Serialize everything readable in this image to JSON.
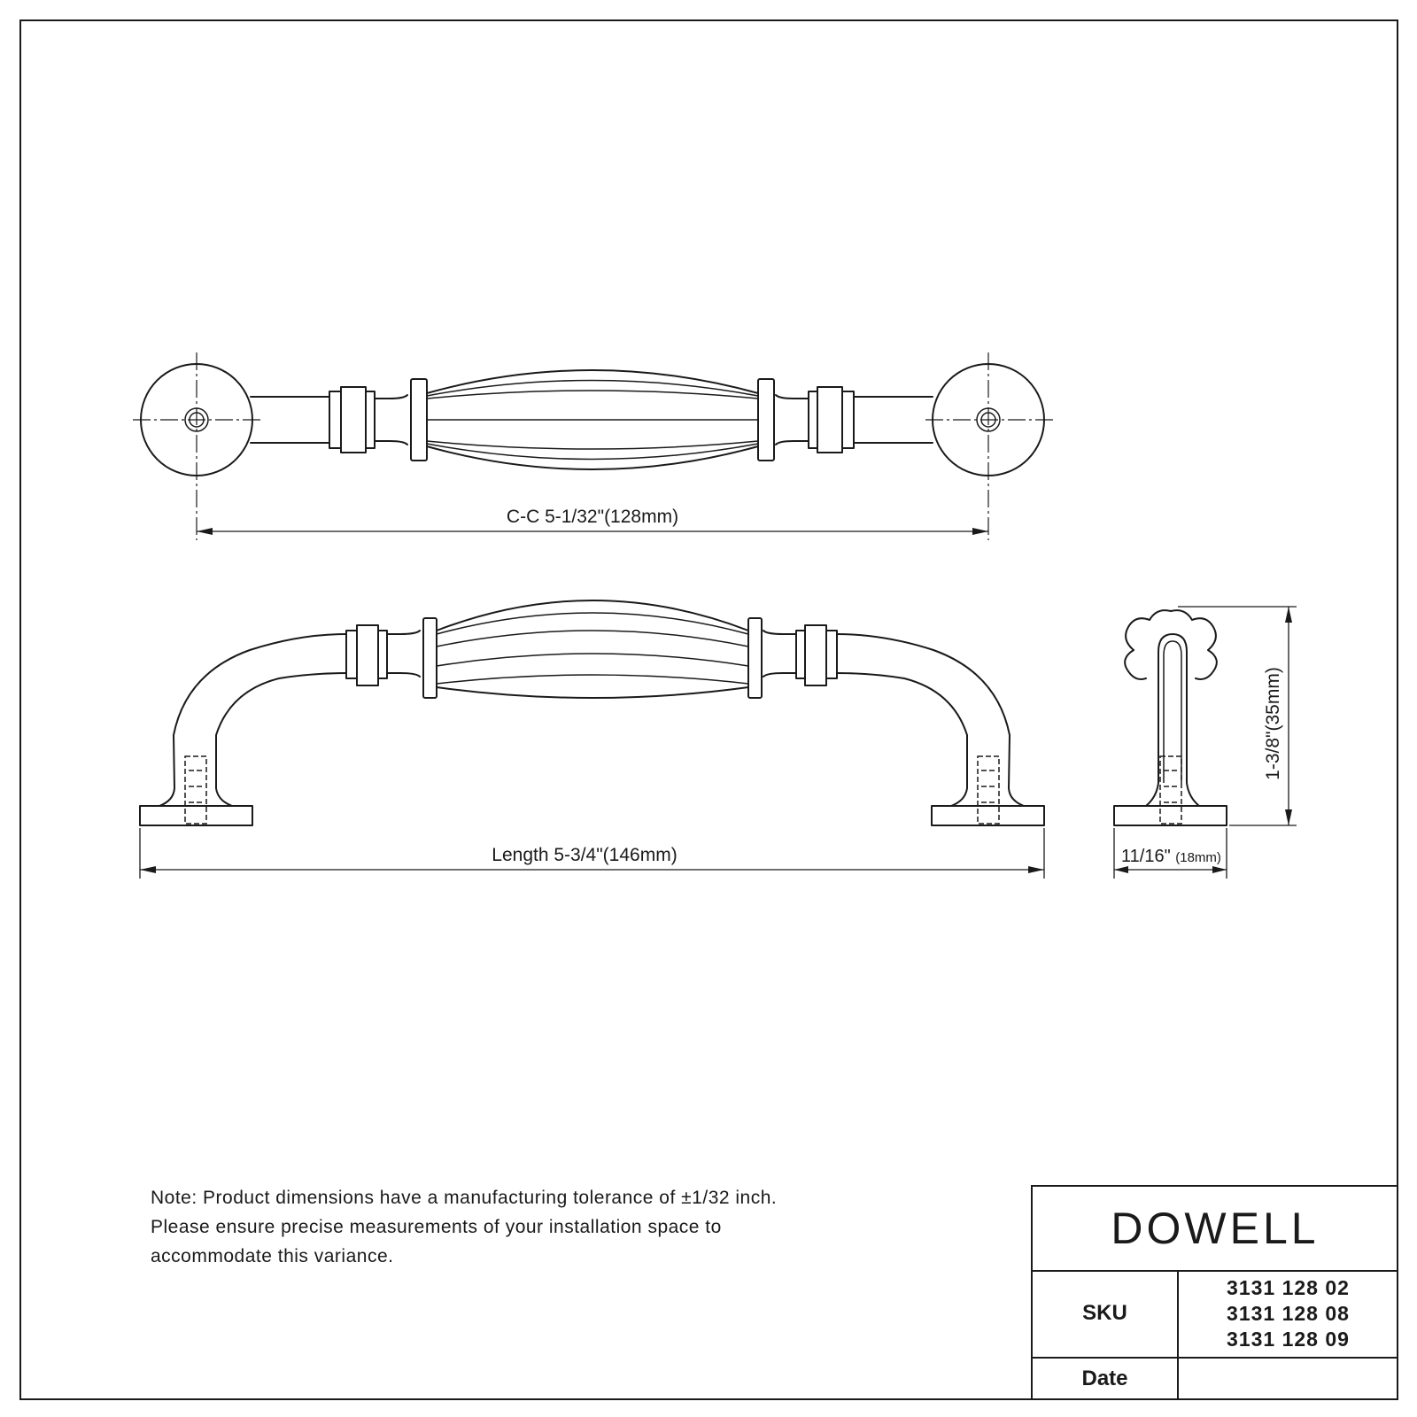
{
  "drawing": {
    "dimensions": {
      "center_to_center": "C-C 5-1/32\"(128mm)",
      "length": "Length 5-3/4\"(146mm)",
      "height": "1-3/8\"(35mm)",
      "projection_main": "11/16\"",
      "projection_sub": "(18mm)"
    }
  },
  "note": {
    "lines": [
      "Note: Product dimensions have a manufacturing tolerance of ±1/32 inch.",
      "Please ensure precise measurements of your installation space to",
      "accommodate this variance."
    ]
  },
  "title_block": {
    "brand": "DOWELL",
    "sku_label": "SKU",
    "skus": [
      "3131 128 02",
      "3131 128 08",
      "3131 128 09"
    ],
    "date_label": "Date",
    "date_value": ""
  }
}
